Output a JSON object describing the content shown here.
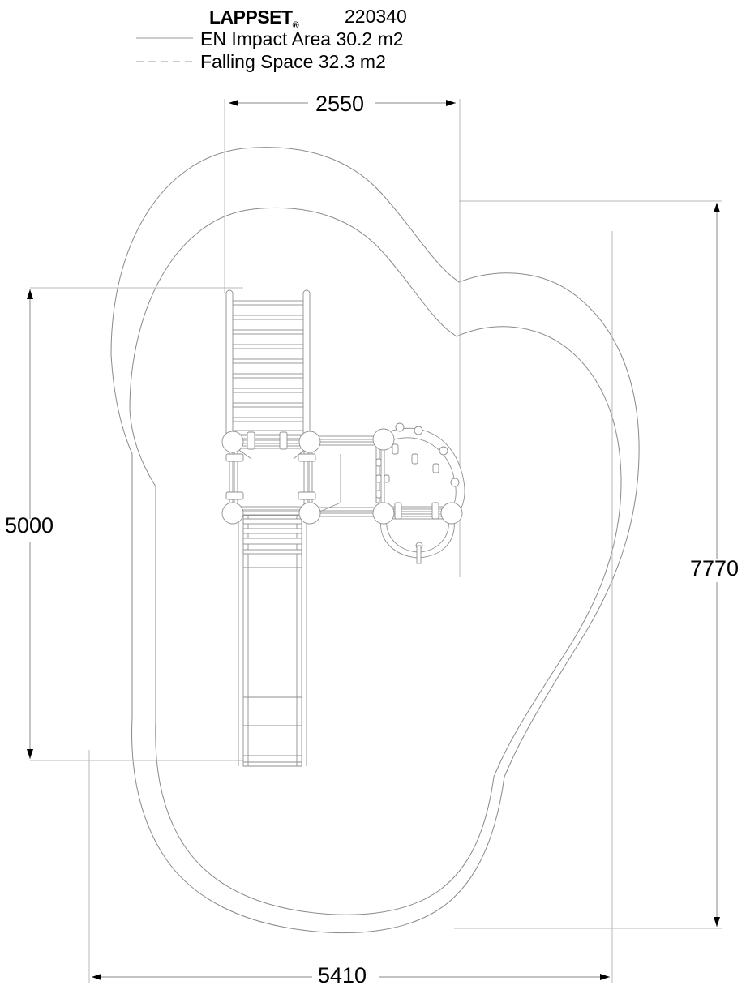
{
  "header": {
    "brand": "LAPPSET",
    "brand_reg": "®",
    "product_code": "220340"
  },
  "legend": {
    "items": [
      {
        "label": "EN Impact Area 30.2 m2",
        "style": "solid",
        "area_m2": 30.2,
        "name": "EN Impact Area"
      },
      {
        "label": "Falling Space 32.3 m2",
        "style": "dashed",
        "area_m2": 32.3,
        "name": "Falling Space"
      }
    ]
  },
  "dimensions": {
    "top_width": "2550",
    "left_height": "5000",
    "right_height": "7770",
    "bottom_width": "5410",
    "units": "mm"
  },
  "drawing": {
    "type": "playground-equipment-plan",
    "line_color": "#808080",
    "equipment_line_color": "#9a9a9a",
    "text_color": "#000000",
    "background": "#ffffff"
  }
}
